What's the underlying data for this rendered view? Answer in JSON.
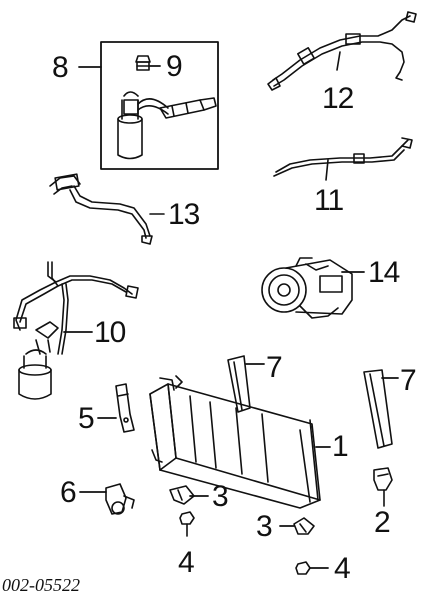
{
  "diagram": {
    "callouts": {
      "c1": "1",
      "c2": "2",
      "c3a": "3",
      "c3b": "3",
      "c4a": "4",
      "c4b": "4",
      "c5": "5",
      "c6": "6",
      "c7a": "7",
      "c7b": "7",
      "c8": "8",
      "c9": "9",
      "c10": "10",
      "c11": "11",
      "c12": "12",
      "c13": "13",
      "c14": "14"
    },
    "part_number": "002-05522"
  }
}
